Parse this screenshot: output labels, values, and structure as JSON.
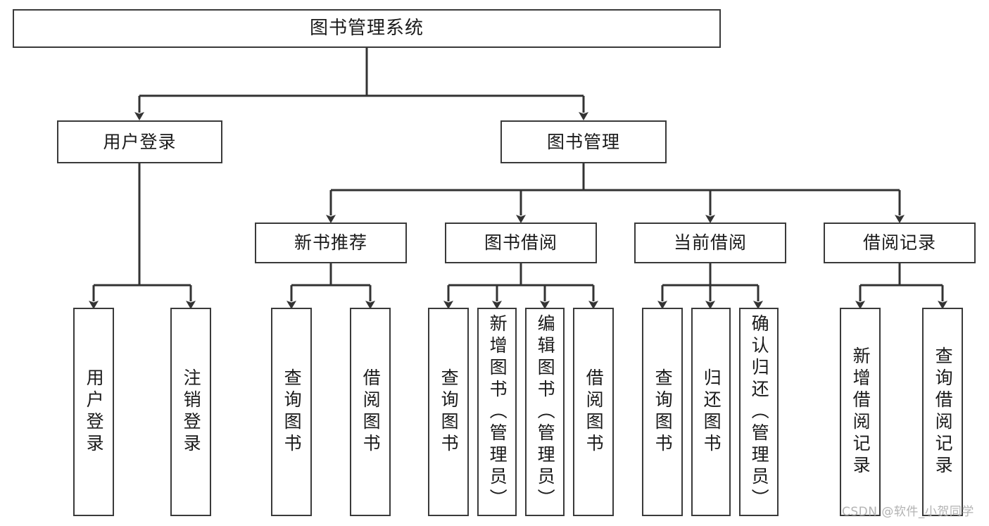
{
  "diagram": {
    "title": "图书管理系统",
    "type": "function-structure-tree",
    "orientation": "top-down",
    "levels": 3
  },
  "nodes": {
    "root": {
      "label": "图书管理系统"
    },
    "level1": [
      {
        "id": "user-login",
        "label": "用户登录"
      },
      {
        "id": "book-management",
        "label": "图书管理"
      }
    ],
    "level2": [
      {
        "id": "new-book-recommend",
        "label": "新书推荐"
      },
      {
        "id": "book-borrow",
        "label": "图书借阅"
      },
      {
        "id": "current-borrow",
        "label": "当前借阅"
      },
      {
        "id": "borrow-record",
        "label": "借阅记录"
      }
    ],
    "leaves": [
      {
        "id": "leaf-user-login",
        "label": "用户登录",
        "parent": "user-login"
      },
      {
        "id": "leaf-logout-login",
        "label": "注销登录",
        "parent": "user-login"
      },
      {
        "id": "leaf-query-book-1",
        "label": "查询图书",
        "parent": "new-book-recommend"
      },
      {
        "id": "leaf-borrow-book-1",
        "label": "借阅图书",
        "parent": "new-book-recommend"
      },
      {
        "id": "leaf-query-book-2",
        "label": "查询图书",
        "parent": "book-borrow"
      },
      {
        "id": "leaf-add-book",
        "label": "新增图书（管理员）",
        "parent": "book-borrow"
      },
      {
        "id": "leaf-edit-book",
        "label": "编辑图书（管理员）",
        "parent": "book-borrow"
      },
      {
        "id": "leaf-borrow-book-2",
        "label": "借阅图书",
        "parent": "book-borrow"
      },
      {
        "id": "leaf-query-book-3",
        "label": "查询图书",
        "parent": "current-borrow"
      },
      {
        "id": "leaf-return-book",
        "label": "归还图书",
        "parent": "current-borrow"
      },
      {
        "id": "leaf-confirm-return",
        "label": "确认归还（管理员）",
        "parent": "current-borrow"
      },
      {
        "id": "leaf-add-record",
        "label": "新增借阅记录",
        "parent": "borrow-record"
      },
      {
        "id": "leaf-query-record",
        "label": "查询借阅记录",
        "parent": "borrow-record"
      }
    ]
  },
  "watermark": {
    "text": "CSDN @软件_小贺同学"
  },
  "colors": {
    "box_border": "#3a3a3a",
    "box_fill": "#ffffff",
    "connector": "#333333",
    "text": "#1a1a1a",
    "watermark": "#b3b3b3",
    "background": "#ffffff"
  }
}
